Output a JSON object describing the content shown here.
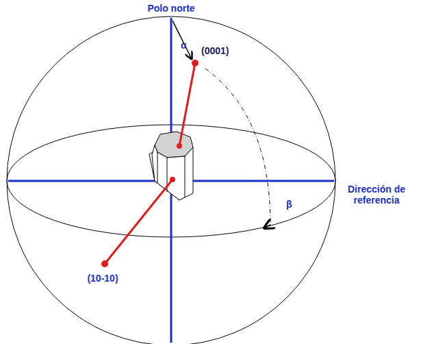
{
  "diagram": {
    "labels": [
      "Polo norte",
      "α",
      "(0001)",
      "Dirección de referencia",
      "β",
      "(10-10)"
    ]
  }
}
